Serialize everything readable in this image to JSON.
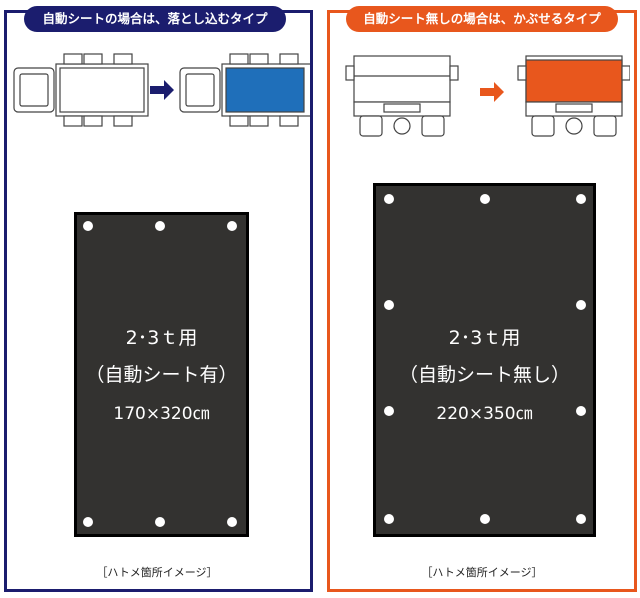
{
  "left_panel": {
    "header": "自動シートの場合は、落とし込むタイプ",
    "sheet": {
      "size_label": "2･3ｔ用",
      "type_label": "（自動シート有）",
      "dimension_label": "170×320㎝"
    },
    "caption": "［ハトメ箇所イメージ］"
  },
  "right_panel": {
    "header": "自動シート無しの場合は、かぶせるタイプ",
    "sheet": {
      "size_label": "2･3ｔ用",
      "type_label": "（自動シート無し）",
      "dimension_label": "220×350㎝"
    },
    "caption": "［ハトメ箇所イメージ］"
  },
  "colors": {
    "left_accent": "#1b1d6e",
    "right_accent": "#e8571d",
    "sheet_dark": "#333230",
    "drop_sheet_blue": "#1f6fba",
    "cover_sheet_orange": "#e8571d"
  },
  "icons": {
    "left_arrow": "arrow-right-icon",
    "right_arrow": "arrow-right-icon"
  }
}
